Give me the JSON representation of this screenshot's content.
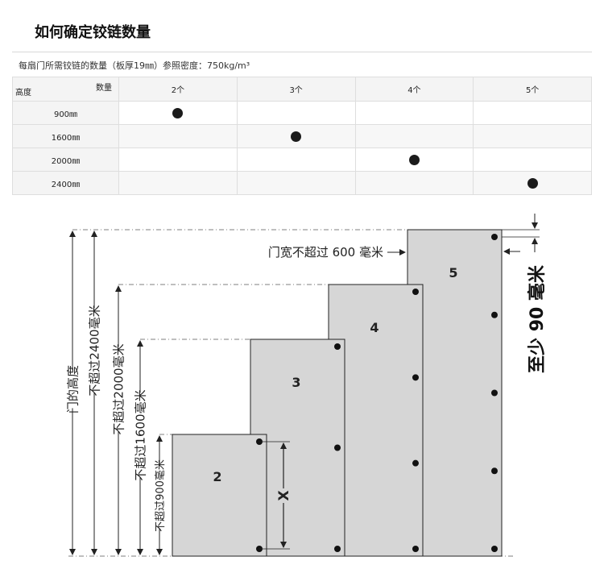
{
  "title": "如何确定铰链数量",
  "subtitle": "每扇门所需铰链的数量（板厚19㎜）参照密度：750kg/m³",
  "table": {
    "corner_qty_label": "数量",
    "corner_height_label": "高度",
    "columns": [
      "2个",
      "3个",
      "4个",
      "5个"
    ],
    "rows": [
      {
        "height": "900㎜",
        "hinges": "2个"
      },
      {
        "height": "1600㎜",
        "hinges": "3个"
      },
      {
        "height": "2000㎜",
        "hinges": "4个"
      },
      {
        "height": "2400㎜",
        "hinges": "5个"
      }
    ]
  },
  "diagram": {
    "panels": [
      {
        "label": "2",
        "hinges": 2
      },
      {
        "label": "3",
        "hinges": 3
      },
      {
        "label": "4",
        "hinges": 4
      },
      {
        "label": "5",
        "hinges": 5
      }
    ],
    "label_door_height": "门的高度",
    "label_max_2400": "不超过2400毫米",
    "label_max_2000": "不超过2000毫米",
    "label_max_1600": "不超过1600毫米",
    "label_max_900": "不超过900毫米",
    "label_door_width": "门宽不超过 600 毫米",
    "label_min_90": "至少 90 毫米",
    "label_x": "X",
    "panel_fill": "#d6d6d6",
    "line_color": "#222222"
  }
}
